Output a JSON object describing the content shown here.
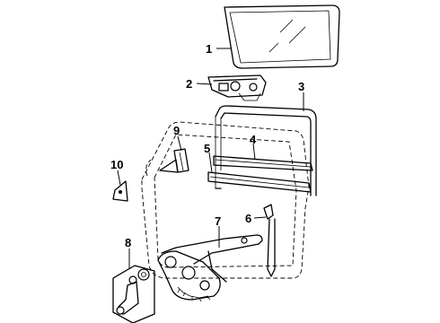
{
  "callouts": [
    {
      "id": 1,
      "text": "1"
    },
    {
      "id": 2,
      "text": "2"
    },
    {
      "id": 3,
      "text": "3"
    },
    {
      "id": 4,
      "text": "4"
    },
    {
      "id": 5,
      "text": "5"
    },
    {
      "id": 6,
      "text": "6"
    },
    {
      "id": 7,
      "text": "7"
    },
    {
      "id": 8,
      "text": "8"
    },
    {
      "id": 9,
      "text": "9"
    },
    {
      "id": 10,
      "text": "10"
    }
  ]
}
